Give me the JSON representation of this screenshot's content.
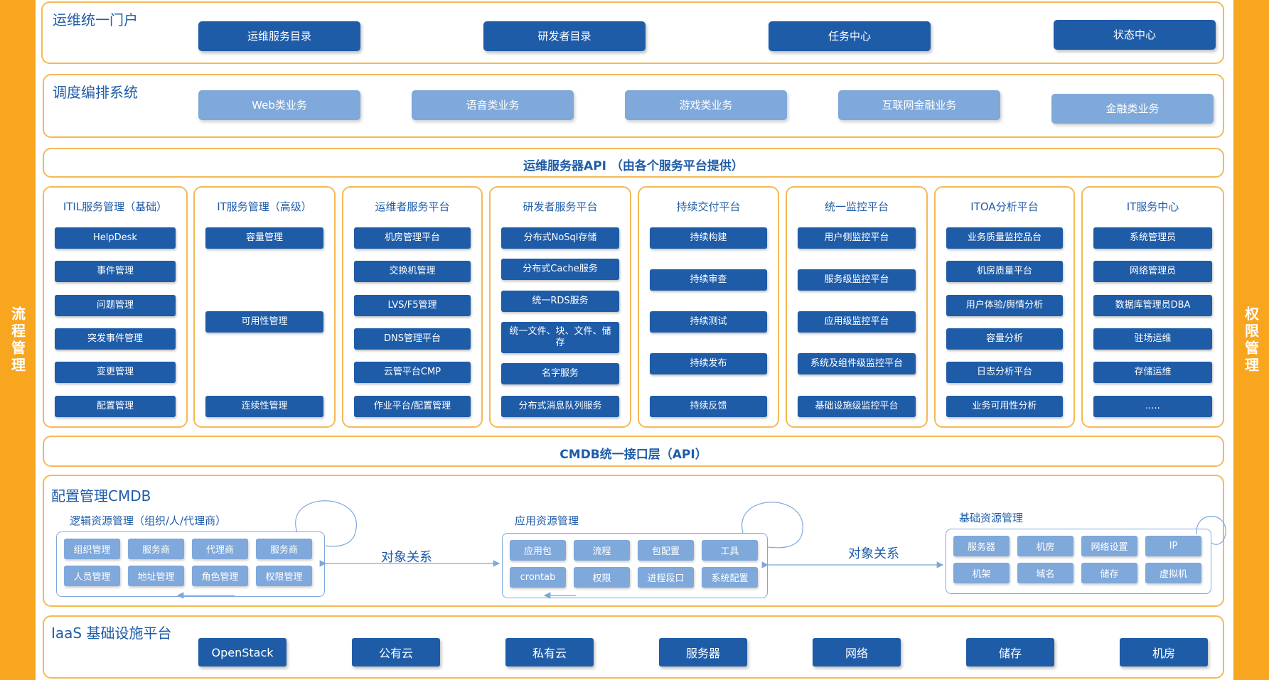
{
  "left_bar": "流程管理",
  "right_bar": "权限管理",
  "portal": {
    "title": "运维统一门户",
    "items": [
      "运维服务目录",
      "研发者目录",
      "任务中心",
      "状态中心"
    ]
  },
  "orchestration": {
    "title": "调度编排系统",
    "items": [
      "Web类业务",
      "语音类业务",
      "游戏类业务",
      "互联网金融业务",
      "金融类业务"
    ]
  },
  "ops_api": "运维服务器API （由各个服务平台提供）",
  "platforms": [
    {
      "title": "ITIL服务管理（基础）",
      "items": [
        "HelpDesk",
        "事件管理",
        "问题管理",
        "突发事件管理",
        "变更管理",
        "配置管理"
      ]
    },
    {
      "title": "IT服务管理（高级）",
      "items": [
        "容量管理",
        "可用性管理",
        "连续性管理"
      ]
    },
    {
      "title": "运维者服务平台",
      "items": [
        "机房管理平台",
        "交换机管理",
        "LVS/F5管理",
        "DNS管理平台",
        "云管平台CMP",
        "作业平台/配置管理"
      ]
    },
    {
      "title": "研发者服务平台",
      "items": [
        "分布式NoSql存储",
        "分布式Cache服务",
        "统一RDS服务",
        "统一文件、块、文件、储存",
        "名字服务",
        "分布式消息队列服务"
      ]
    },
    {
      "title": "持续交付平台",
      "items": [
        "持续构建",
        "持续审查",
        "持续测试",
        "持续发布",
        "持续反馈"
      ]
    },
    {
      "title": "统一监控平台",
      "items": [
        "用户侧监控平台",
        "服务级监控平台",
        "应用级监控平台",
        "系统及组件级监控平台",
        "基础设施级监控平台"
      ]
    },
    {
      "title": "ITOA分析平台",
      "items": [
        "业务质量监控品台",
        "机房质量平台",
        "用户体验/舆情分析",
        "容量分析",
        "日志分析平台",
        "业务可用性分析"
      ]
    },
    {
      "title": "IT服务中心",
      "items": [
        "系统管理员",
        "网络管理员",
        "数据库管理员DBA",
        "驻场运维",
        "存储运维",
        "....."
      ]
    }
  ],
  "cmdb_api": "CMDB统一接口层（API）",
  "cmdb": {
    "title": "配置管理CMDB",
    "relation_label": "对象关系",
    "groups": [
      {
        "title": "逻辑资源管理（组织/人/代理商）",
        "items": [
          "组织管理",
          "服务商",
          "代理商",
          "服务商",
          "人员管理",
          "地址管理",
          "角色管理",
          "权限管理"
        ]
      },
      {
        "title": "应用资源管理",
        "items": [
          "应用包",
          "流程",
          "包配置",
          "工具",
          "crontab",
          "权限",
          "进程段口",
          "系统配置"
        ]
      },
      {
        "title": "基础资源管理",
        "items": [
          "服务器",
          "机房",
          "网络设置",
          "IP",
          "机架",
          "域名",
          "储存",
          "虚拟机"
        ]
      }
    ]
  },
  "iaas": {
    "title": "IaaS  基础设施平台",
    "items": [
      "OpenStack",
      "公有云",
      "私有云",
      "服务器",
      "网络",
      "储存",
      "机房"
    ]
  },
  "colors": {
    "orange": "#F8A51F",
    "border": "#F5B955",
    "dark_blue": "#1F5CA8",
    "light_blue": "#7FA8DB"
  }
}
